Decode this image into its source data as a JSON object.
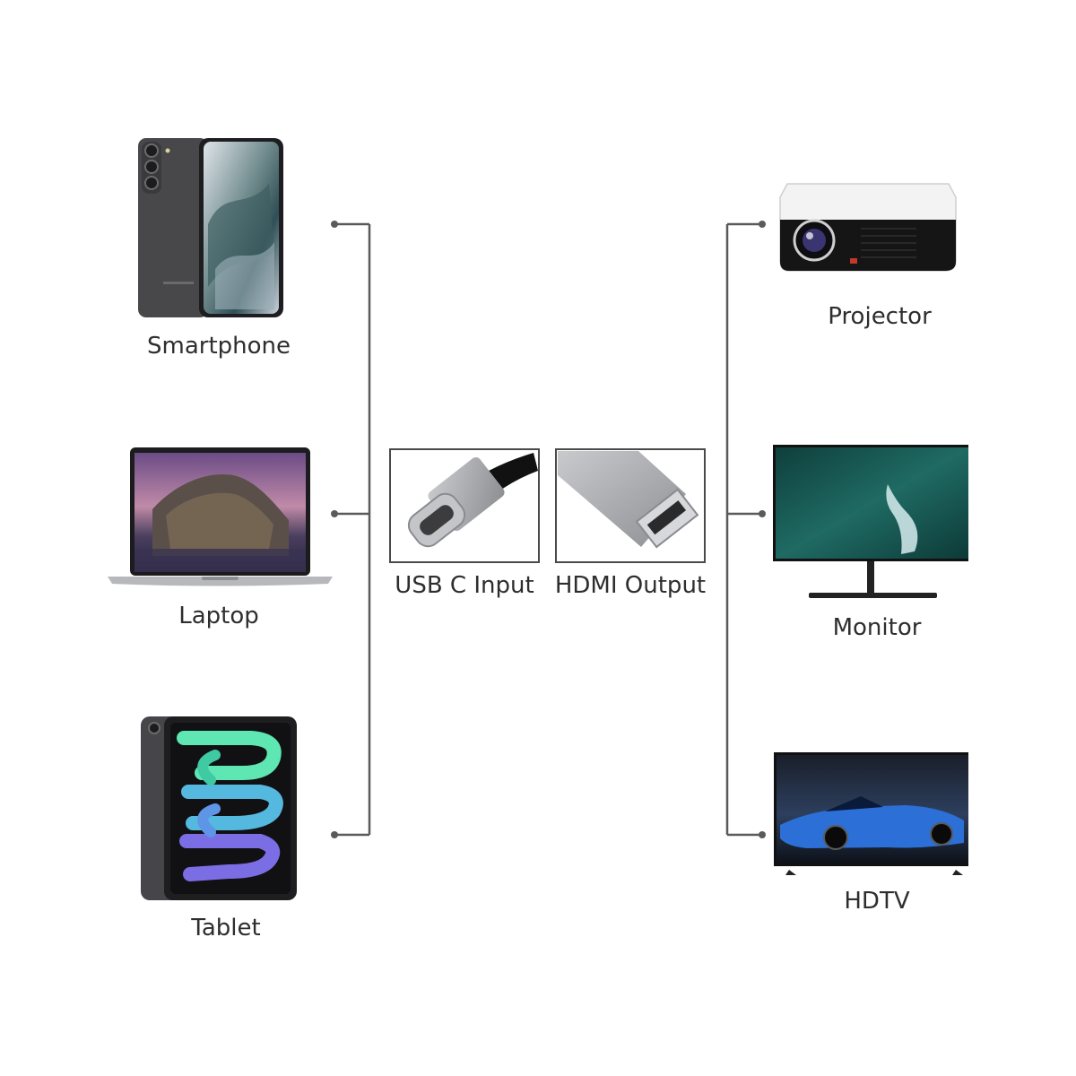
{
  "source_devices": [
    {
      "label": "Smartphone",
      "icon": "smartphone-icon"
    },
    {
      "label": "Laptop",
      "icon": "laptop-icon"
    },
    {
      "label": "Tablet",
      "icon": "tablet-icon"
    }
  ],
  "adapter": {
    "input_label": "USB C Input",
    "output_label": "HDMI Output",
    "input_icon": "usb-c-connector-icon",
    "output_icon": "hdmi-connector-icon"
  },
  "output_devices": [
    {
      "label": "Projector",
      "icon": "projector-icon"
    },
    {
      "label": "Monitor",
      "icon": "monitor-icon"
    },
    {
      "label": "HDTV",
      "icon": "hdtv-icon"
    }
  ],
  "colors": {
    "connector_line": "#5a5a5a",
    "label_text": "#2e2e2e",
    "device_gray": "#4a4a4c",
    "connector_silver": "#a9aaae"
  }
}
